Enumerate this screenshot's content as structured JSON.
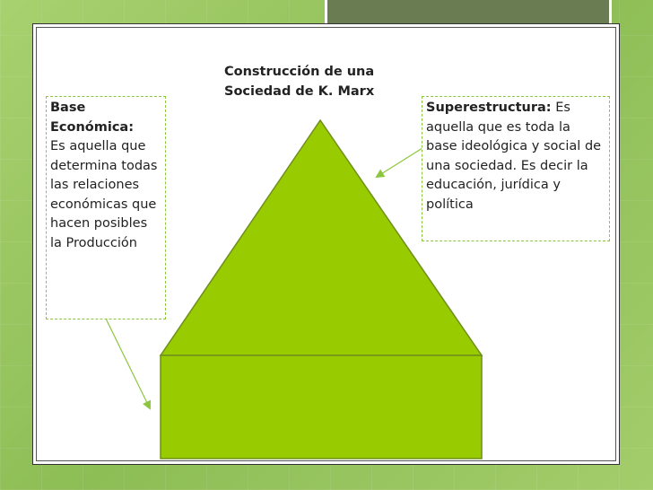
{
  "title": "Construcción de una Sociedad de K. Marx",
  "left_box": {
    "heading": "Base Económica:",
    "body": "Es aquella que determina todas las relaciones económicas que hacen posibles la Producción"
  },
  "right_box": {
    "heading": "Superestructura:",
    "body": " Es aquella que es toda la base ideológica y social de una sociedad. Es decir la educación, jurídica y política"
  },
  "colors": {
    "shape_fill": "#99cc00",
    "shape_stroke": "#6f8f1c",
    "box_border": "#8cc63f",
    "arrow": "#8cc63f"
  }
}
